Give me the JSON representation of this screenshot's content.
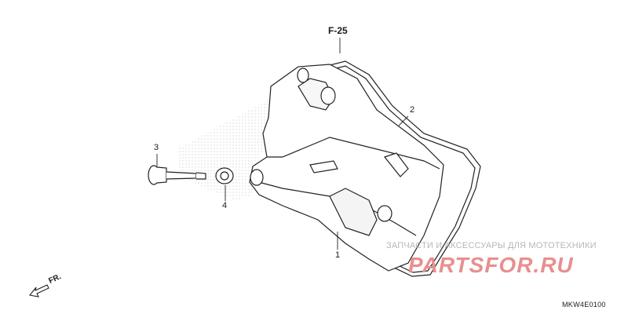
{
  "diagram": {
    "reference_label": "F-25",
    "callouts": [
      {
        "id": "1",
        "part": "cylinder head cover"
      },
      {
        "id": "2",
        "part": "gasket"
      },
      {
        "id": "3",
        "part": "bolt"
      },
      {
        "id": "4",
        "part": "washer"
      }
    ],
    "direction_label": "FR.",
    "drawing_code": "MKW4E0100"
  },
  "watermark": {
    "line1": "ЗАПЧАСТИ И АКСЕССУАРЫ ДЛЯ МОТОТЕХНИКИ",
    "brand": "PARTSFOR.RU",
    "brand_color": "#e88f8f"
  }
}
